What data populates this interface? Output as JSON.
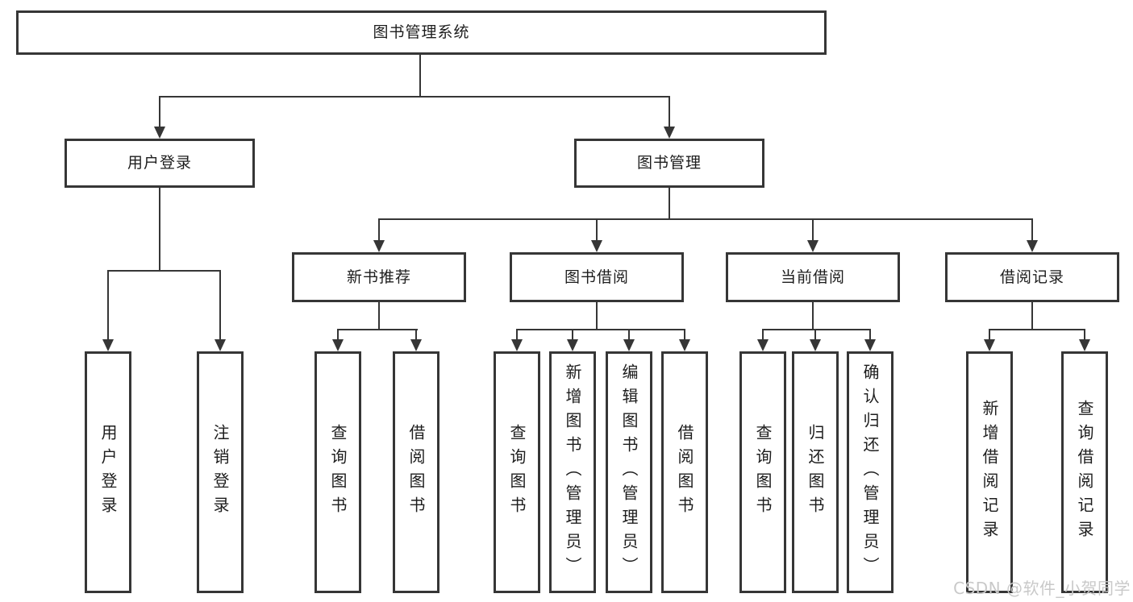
{
  "diagram_type": "hierarchy-tree",
  "colors": {
    "line": "#363636",
    "text": "#1d1d1d",
    "background": "#ffffff",
    "watermark": "#c9c9c9"
  },
  "tree": {
    "root": {
      "label": "图书管理系统",
      "children": [
        {
          "label": "用户登录",
          "children": [
            {
              "label": "用户登录"
            },
            {
              "label": "注销登录"
            }
          ]
        },
        {
          "label": "图书管理",
          "children": [
            {
              "label": "新书推荐",
              "children": [
                {
                  "label": "查询图书"
                },
                {
                  "label": "借阅图书"
                }
              ]
            },
            {
              "label": "图书借阅",
              "children": [
                {
                  "label": "查询图书"
                },
                {
                  "label": "新增图书（管理员）"
                },
                {
                  "label": "编辑图书（管理员）"
                },
                {
                  "label": "借阅图书"
                }
              ]
            },
            {
              "label": "当前借阅",
              "children": [
                {
                  "label": "查询图书"
                },
                {
                  "label": "归还图书"
                },
                {
                  "label": "确认归还（管理员）"
                }
              ]
            },
            {
              "label": "借阅记录",
              "children": [
                {
                  "label": "新增借阅记录"
                },
                {
                  "label": "查询借阅记录"
                }
              ]
            }
          ]
        }
      ]
    }
  },
  "watermark": {
    "text": "CSDN @软件_小贺同学"
  }
}
